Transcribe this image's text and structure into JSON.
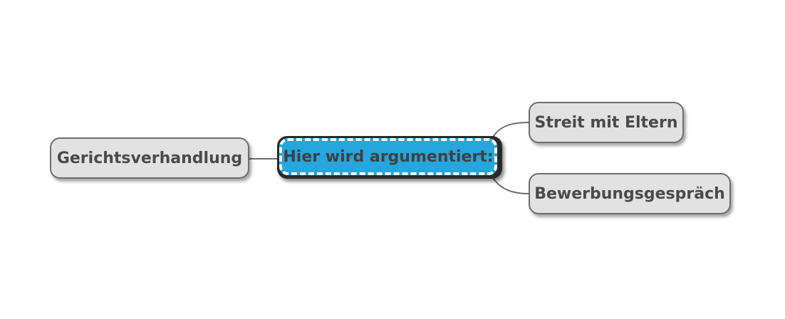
{
  "mindmap": {
    "root": {
      "label": "Hier wird argumentiert:",
      "color": "#27a6de"
    },
    "branches": [
      {
        "label": "Gerichtsverhandlung"
      },
      {
        "label": "Streit mit Eltern"
      },
      {
        "label": "Bewerbungsgespräch"
      }
    ],
    "colors": {
      "branch_fill": "#e2e2e2",
      "branch_border": "#6e6e6e",
      "text": "#4a4a4a",
      "connector": "#6e6e6e"
    }
  }
}
